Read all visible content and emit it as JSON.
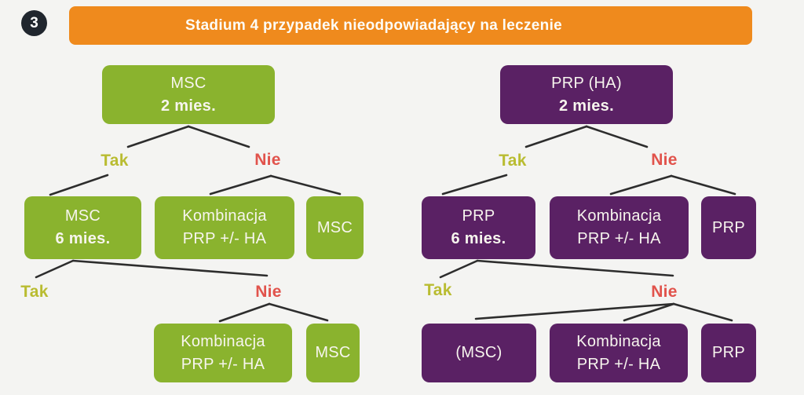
{
  "header": {
    "step_number": "3",
    "title": "Stadium 4 przypadek nieodpowiadający na leczenie"
  },
  "colors": {
    "background": "#f4f4f2",
    "banner": "#ef8a1d",
    "green": "#8ab32e",
    "purple": "#5a2164",
    "tak": "#b9bc31",
    "nie": "#e1534c",
    "line": "#2d2d2d",
    "badge": "#20262e"
  },
  "left_tree": {
    "root": {
      "line1": "MSC",
      "line2": "2 mies."
    },
    "level1": {
      "yes": "Tak",
      "no": "Nie"
    },
    "row2": [
      {
        "line1": "MSC",
        "line2": "6 mies."
      },
      {
        "line1": "Kombinacja",
        "line2": "PRP +/- HA"
      },
      {
        "line1": "MSC",
        "line2": ""
      }
    ],
    "level2": {
      "yes": "Tak",
      "no": "Nie"
    },
    "row3": [
      {
        "line1": "Kombinacja",
        "line2": "PRP +/- HA"
      },
      {
        "line1": "MSC",
        "line2": ""
      }
    ]
  },
  "right_tree": {
    "root": {
      "line1": "PRP (HA)",
      "line2": "2 mies."
    },
    "level1": {
      "yes": "Tak",
      "no": "Nie"
    },
    "row2": [
      {
        "line1": "PRP",
        "line2": "6 mies."
      },
      {
        "line1": "Kombinacja",
        "line2": "PRP +/- HA"
      },
      {
        "line1": "PRP",
        "line2": ""
      }
    ],
    "level2": {
      "yes": "Tak",
      "no": "Nie"
    },
    "row3": [
      {
        "line1": "(MSC)",
        "line2": ""
      },
      {
        "line1": "Kombinacja",
        "line2": "PRP +/- HA"
      },
      {
        "line1": "PRP",
        "line2": ""
      }
    ]
  }
}
